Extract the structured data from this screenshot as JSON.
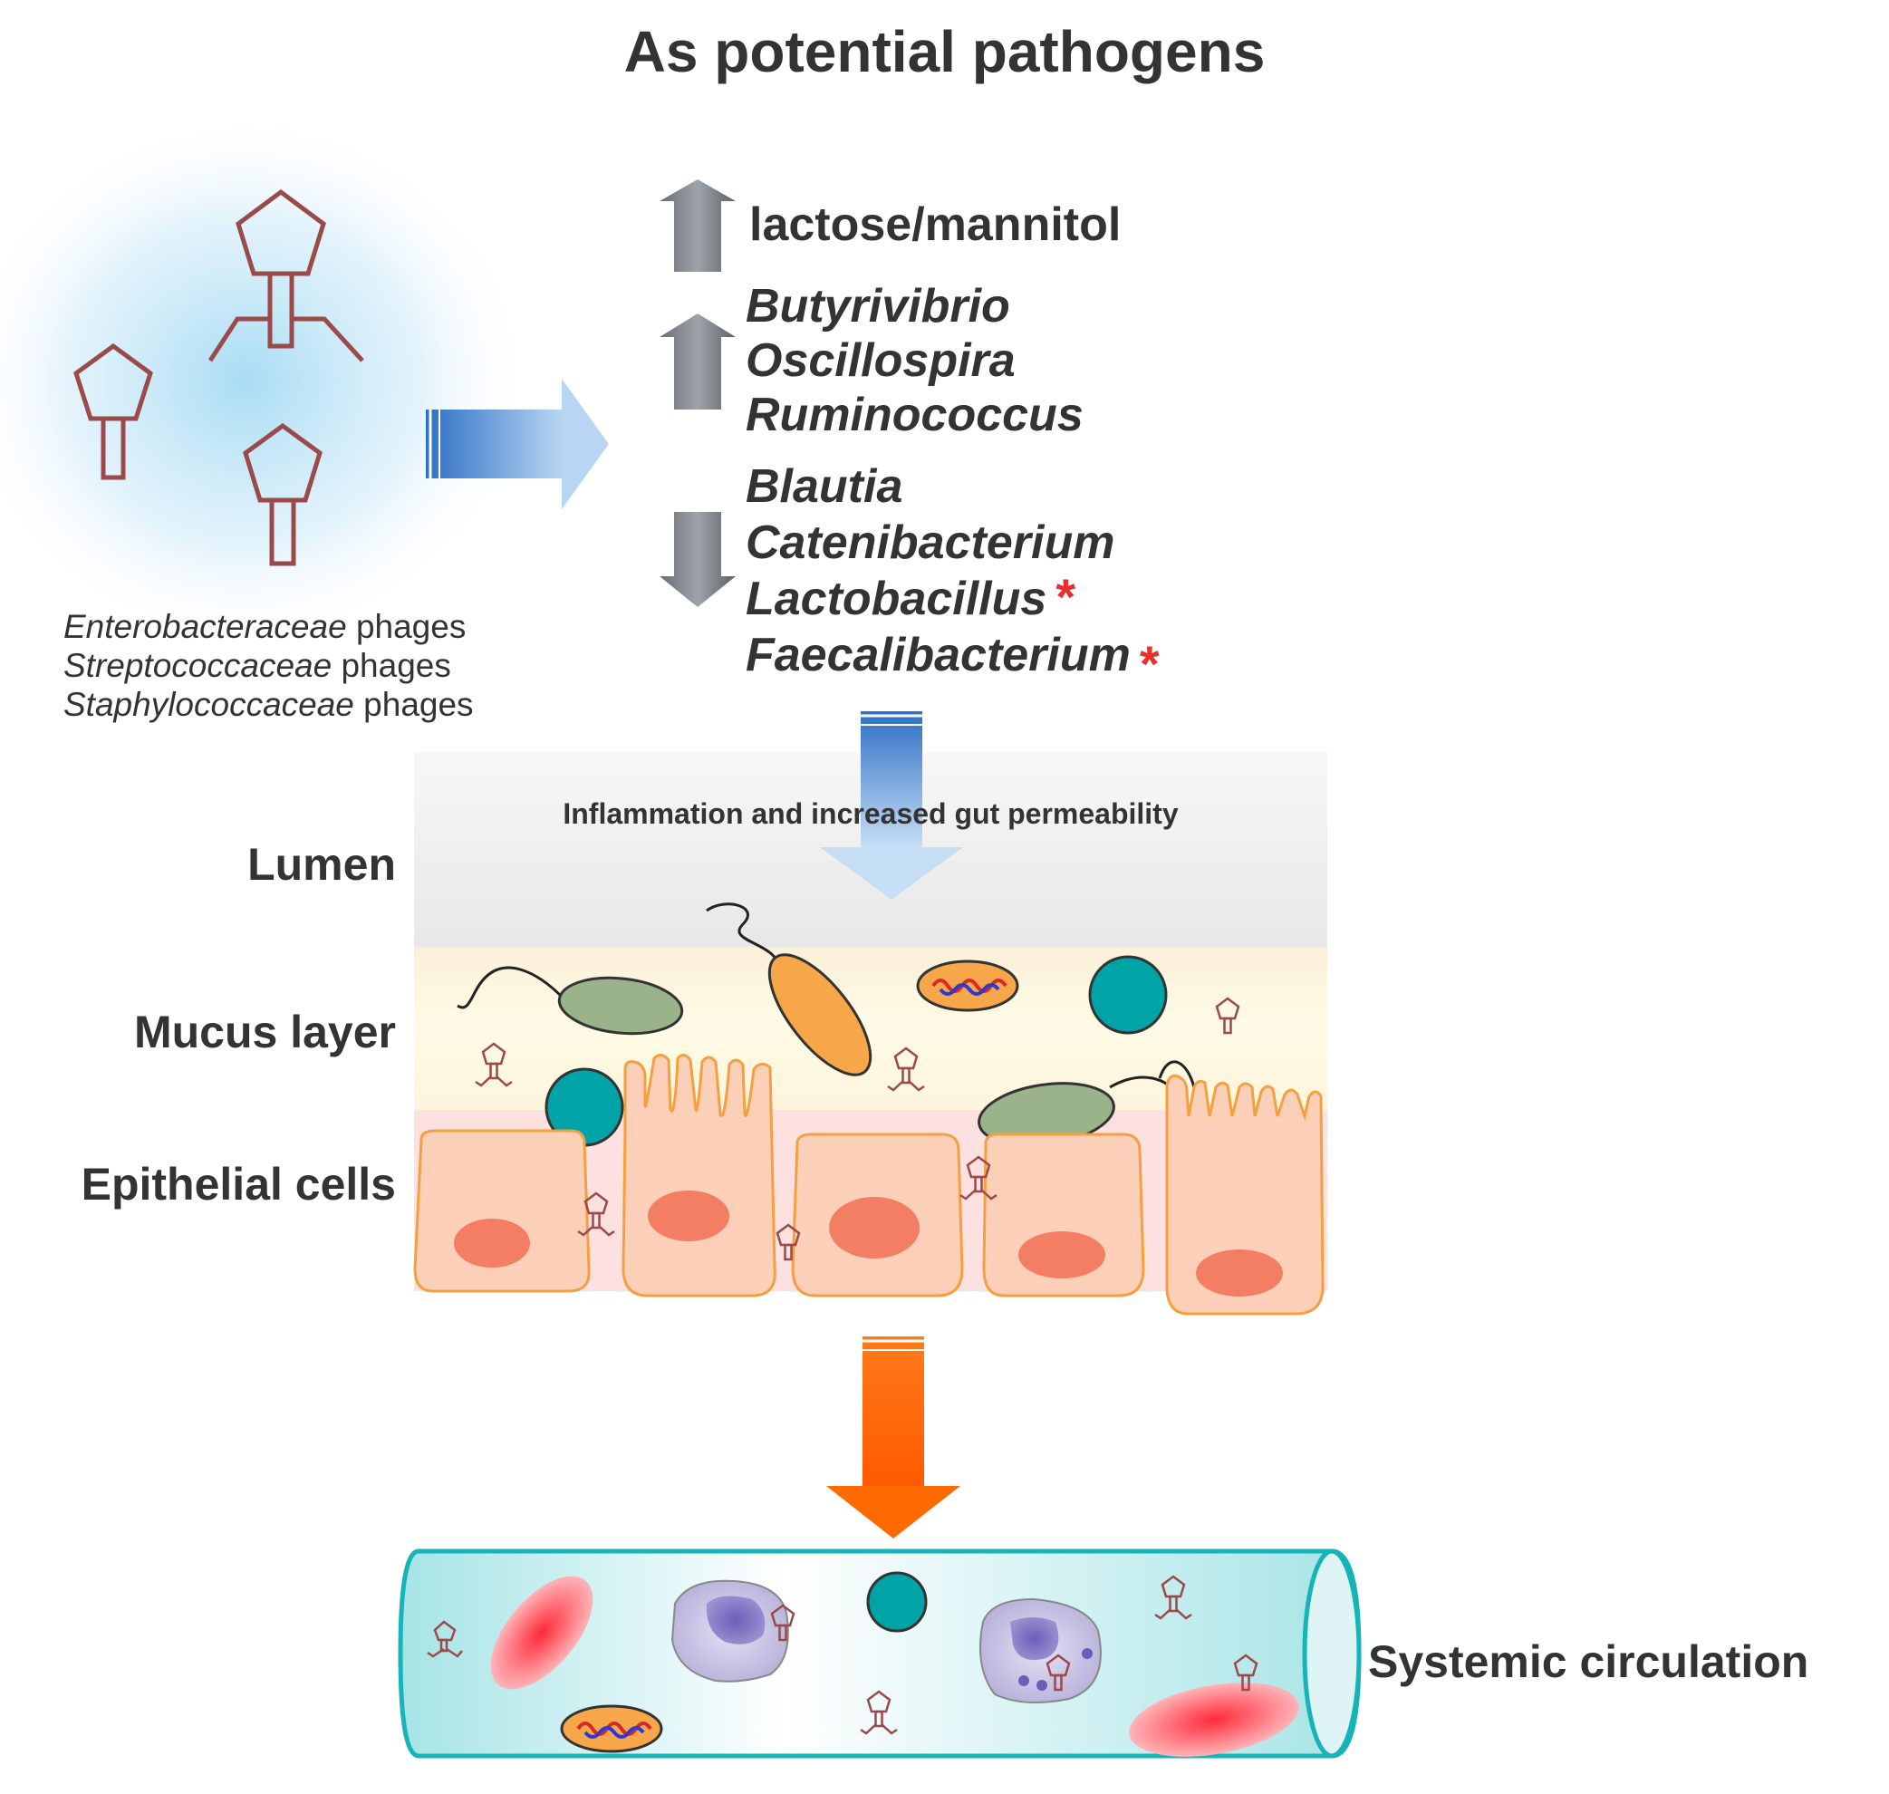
{
  "title": "As potential pathogens",
  "increase_metabolite": "lactose/mannitol",
  "increased_taxa": [
    "Butyrivibrio",
    "Oscillospira",
    "Ruminococcus"
  ],
  "decreased_taxa": [
    {
      "name": "Blautia",
      "star": ""
    },
    {
      "name": "Catenibacterium",
      "star": ""
    },
    {
      "name": "Lactobacillus",
      "star": "*"
    },
    {
      "name": "Faecalibacterium",
      "star": "*"
    }
  ],
  "phage_families": [
    {
      "family": "Enterobacteraceae",
      "suffix": " phages"
    },
    {
      "family": "Streptococcaceae",
      "suffix": " phages"
    },
    {
      "family": "Staphylococcaceae",
      "suffix": " phages"
    }
  ],
  "inflammation_text": "Inflammation and increased gut permeability",
  "layers": {
    "lumen": "Lumen",
    "mucus": "Mucus layer",
    "epithelial": "Epithelial cells"
  },
  "circulation_label": "Systemic circulation",
  "colors": {
    "phage": "#9b4a4a",
    "blue_arrow": "#3a78c8",
    "orange_arrow": "#ff6a00",
    "teal_bacterium": "#00a3a6",
    "green_bacterium": "#9bb38a",
    "orange_bacterium": "#f7a64a",
    "epithelial_cell": "#fcd0b8",
    "nucleus": "#f47e64",
    "vessel": "#16b4b8",
    "rbc": "#ff3a4a",
    "leukocyte": "#c9c4e6",
    "star": "#e83030"
  }
}
